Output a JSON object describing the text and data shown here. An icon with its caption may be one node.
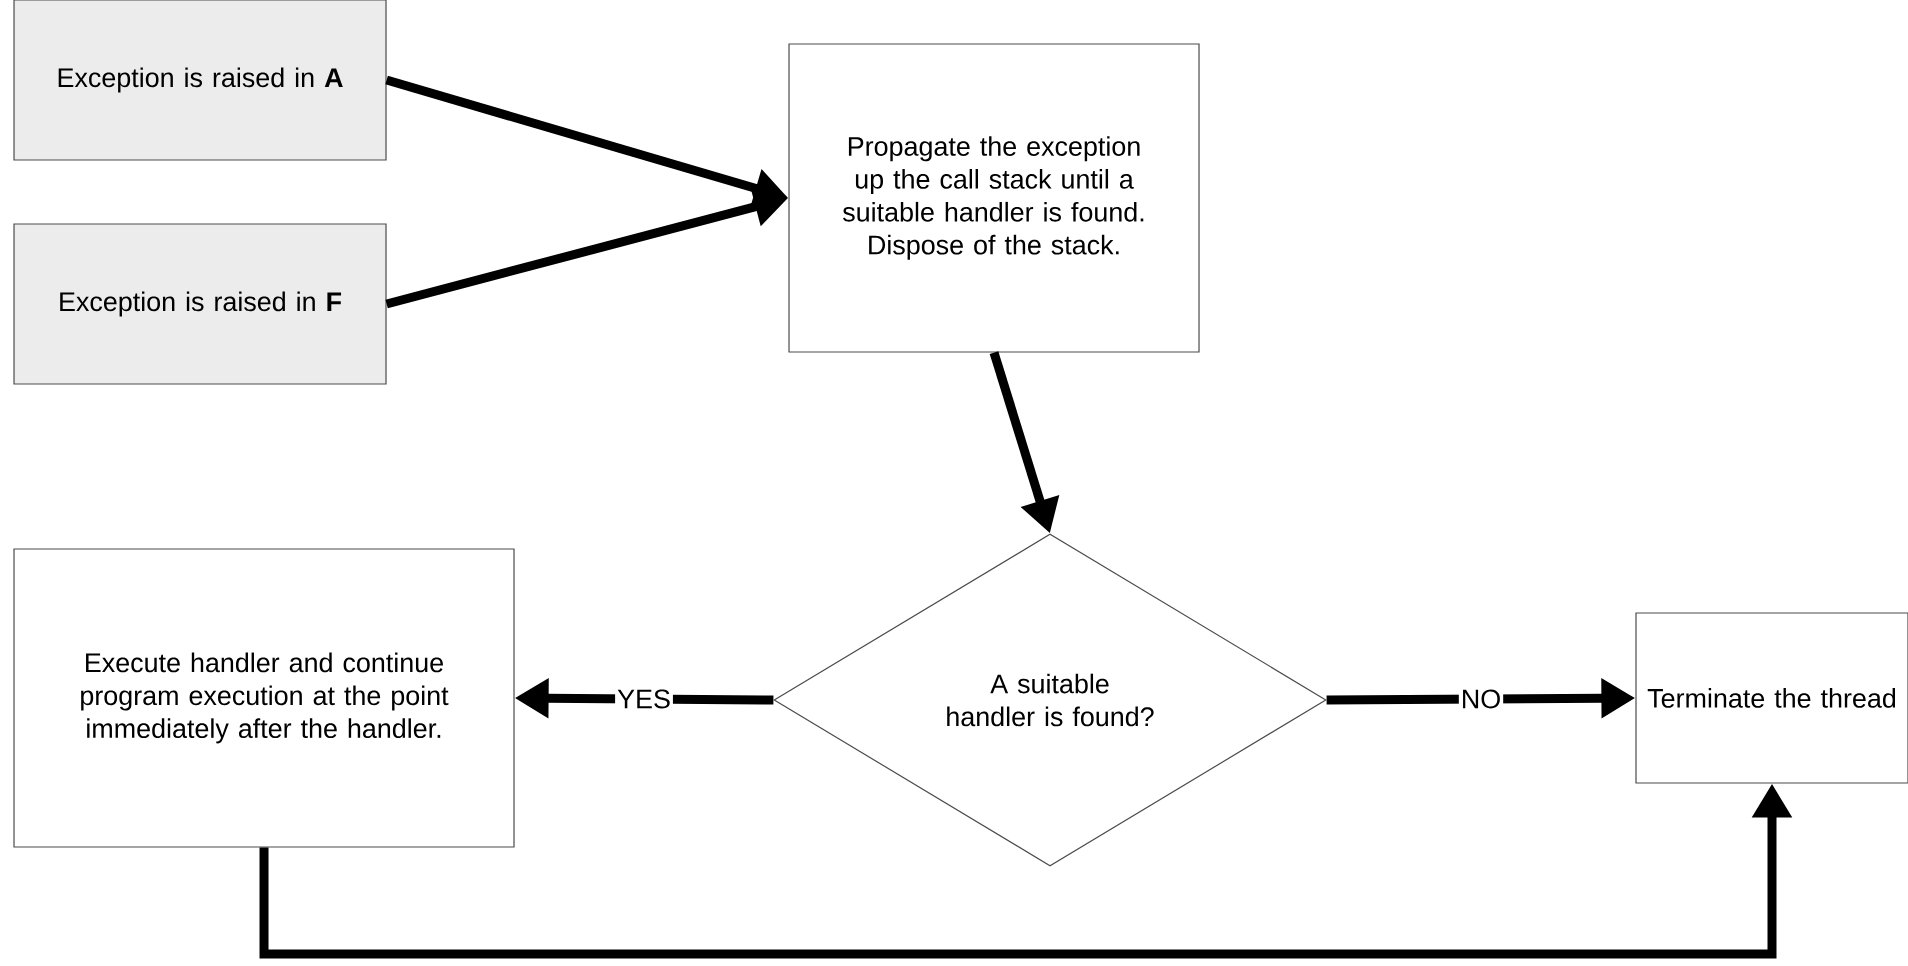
{
  "diagram": {
    "nodes": [
      {
        "text": [
          "Exception is raised in **A**"
        ]
      },
      {
        "text": [
          "Exception is raised in **F**"
        ]
      },
      {
        "text": [
          "Propagate the exception up the call stack until a suitable handler is found. Dispose of the stack."
        ]
      },
      {
        "text": [
          "A suitable handler is found?"
        ]
      },
      {
        "text": [
          "Execute handler and continue program execution at the point immediately after the handler."
        ]
      },
      {
        "text": [
          "Terminate the thread"
        ]
      }
    ],
    "edges": [
      {
        "from": 0,
        "to": 2,
        "arrow": "to"
      },
      {
        "from": 1,
        "to": 2,
        "arrow": "to"
      },
      {
        "from": 2,
        "to": 3,
        "arrow": "to"
      },
      {
        "from": 3,
        "to": 4,
        "arrow": "to",
        "label": "YES"
      },
      {
        "from": 3,
        "to": 5,
        "arrow": "to",
        "label": "NO"
      },
      {
        "from": 4,
        "to": 5,
        "arrow": "to"
      }
    ]
  }
}
